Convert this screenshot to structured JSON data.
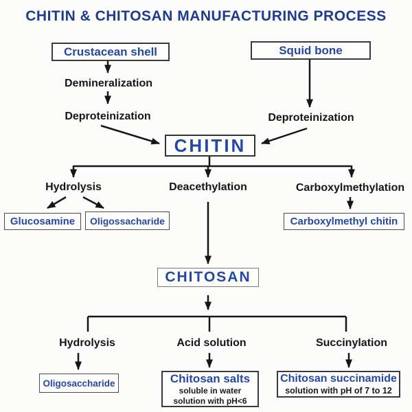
{
  "title": "CHITIN & CHITOSAN MANUFACTURING PROCESS",
  "colors": {
    "title": "#1d3c8f",
    "node_text": "#2547a5",
    "arrow": "#161616",
    "background": "#fcfcfa"
  },
  "nodes": {
    "crustacean_shell": "Crustacean shell",
    "squid_bone": "Squid bone",
    "chitin": "CHITIN",
    "glucosamine": "Glucosamine",
    "oligossacharide": "Oligossacharide",
    "carboxylmethyl_chitin": "Carboxylmethyl chitin",
    "chitosan": "CHITOSAN",
    "oligosaccharide": "Oligosaccharide",
    "chitosan_salts": {
      "title": "Chitosan salts",
      "line1": "soluble in water",
      "line2": "solution with pH<6"
    },
    "chitosan_succinamide": {
      "title": "Chitosan succinamide",
      "line1": "solution with pH of 7 to 12"
    }
  },
  "process_labels": {
    "demineralization": "Demineralization",
    "deproteinization_left": "Deproteinization",
    "deproteinization_right": "Deproteinization",
    "hydrolysis_top": "Hydrolysis",
    "deacethylation": "Deacethylation",
    "carboxylmethylation": "Carboxylmethylation",
    "hydrolysis_bottom": "Hydrolysis",
    "acid_solution": "Acid solution",
    "succinylation": "Succinylation"
  }
}
